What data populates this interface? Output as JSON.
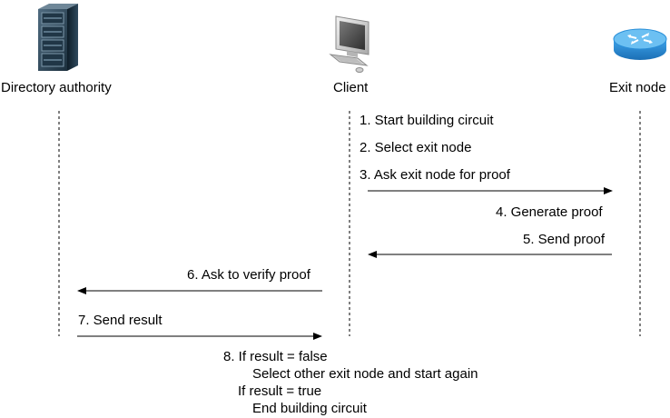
{
  "actors": {
    "directory": {
      "label": "Directory authority",
      "icon": "server-rack-icon"
    },
    "client": {
      "label": "Client",
      "icon": "desktop-computer-icon"
    },
    "exit": {
      "label": "Exit node",
      "icon": "router-icon"
    }
  },
  "steps": {
    "s1": "1. Start building circuit",
    "s2": "2. Select exit node",
    "s3": "3. Ask exit node for proof",
    "s4": "4. Generate proof",
    "s5": "5. Send proof",
    "s6": "6. Ask to verify proof",
    "s7": "7. Send result"
  },
  "step8": {
    "line1": "8. If result = false",
    "line2": "Select other exit node and start again",
    "line3": "If result = true",
    "line4": "End building circuit"
  },
  "colors": {
    "line": "#000000",
    "router": "#2a8fd8",
    "server": "#1f3a4f"
  }
}
